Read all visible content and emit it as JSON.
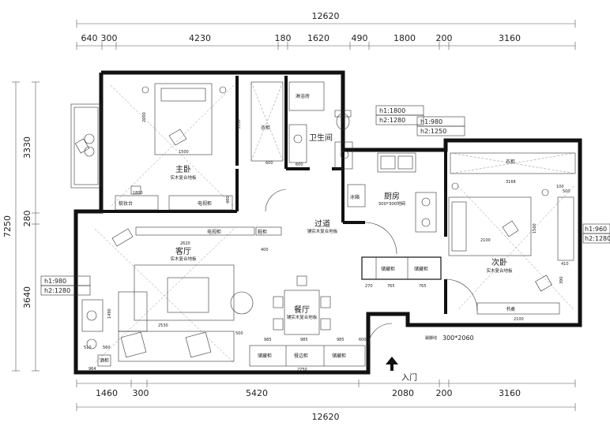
{
  "dims_top": {
    "total": "12620",
    "segments": [
      "640",
      "300",
      "4230",
      "180",
      "1620",
      "490",
      "1800",
      "200",
      "3160"
    ]
  },
  "dims_bottom": {
    "total": "12620",
    "segments": [
      "1460",
      "300",
      "5420",
      "2080",
      "200",
      "3160"
    ]
  },
  "dims_left": {
    "total": "7250",
    "segments": [
      "3330",
      "280",
      "3640"
    ]
  },
  "rooms": {
    "master_bedroom": {
      "name": "主卧",
      "floor": "实木复合地板"
    },
    "bathroom": {
      "name": "卫生间"
    },
    "kitchen": {
      "name": "厨房",
      "floor": "300*300地砖"
    },
    "corridor": {
      "name": "过道",
      "floor": "铺实木复合地板"
    },
    "living": {
      "name": "客厅",
      "floor": "实木复合地板"
    },
    "dining": {
      "name": "餐厅",
      "floor": "铺实木复合地板"
    },
    "second_bedroom": {
      "name": "次卧",
      "floor": "实木复合地板"
    }
  },
  "furniture": {
    "shower": "淋浴房",
    "vanity": "梳妆台",
    "tv_cabinet_master": "电视柜",
    "tv_cabinet_living": "电视柜",
    "shoe_cabinet": "鞋柜",
    "wardrobe": "衣柜",
    "storage_1": "储藏柜",
    "storage_2": "储藏柜",
    "sideboard": "餐边柜",
    "storage_3": "储藏柜",
    "storage_4": "储藏柜",
    "wine_cabinet": "酒柜",
    "bed_cabinet": "衣柜",
    "desk": "书桌",
    "fridge": "冰箱"
  },
  "heights": [
    {
      "h1": "h1:1800",
      "h2": "h2:1280"
    },
    {
      "h1": "h1:980",
      "h2": "h2:1250"
    },
    {
      "h1": "h1:960",
      "h2": "h2:1280"
    },
    {
      "h1": "h1:980",
      "h2": "h2:1280"
    }
  ],
  "tile_note": "300*2060",
  "tile_prefix": "踢脚线",
  "entrance": "入门",
  "interior_dims": {
    "d1500": "1500",
    "d2000": "2000",
    "d3330": "3330",
    "d600a": "600",
    "d600b": "600",
    "d1800": "1800",
    "d400a": "400",
    "d2620": "2620",
    "d400b": "400",
    "d2530": "2530",
    "d500": "500",
    "d1490": "1490",
    "d510": "510",
    "d560": "560",
    "d964": "964",
    "d2750": "2750",
    "d985a": "985",
    "d985b": "985",
    "d985c": "985",
    "d600c": "600",
    "d270": "270",
    "d765a": "765",
    "d765b": "765",
    "d3168": "3168",
    "d1500b": "1500",
    "d2100": "2100",
    "d2100b": "2100",
    "d410": "410",
    "d390": "390",
    "d100": "100",
    "d500b": "500"
  }
}
